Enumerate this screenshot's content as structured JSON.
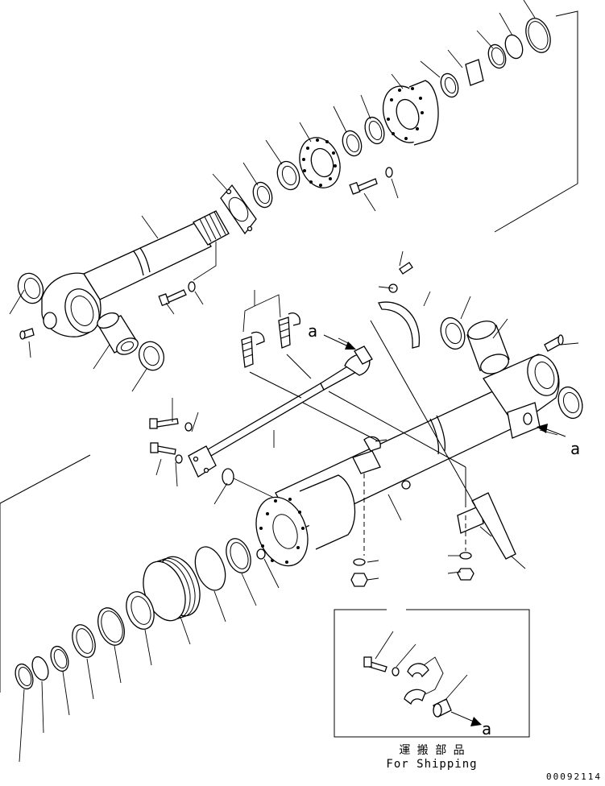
{
  "diagram": {
    "reference_letter": "a",
    "shipping_box": {
      "title_jp": "運 搬 部 品",
      "title_en": "For Shipping"
    },
    "drawing_number": "00092114"
  }
}
